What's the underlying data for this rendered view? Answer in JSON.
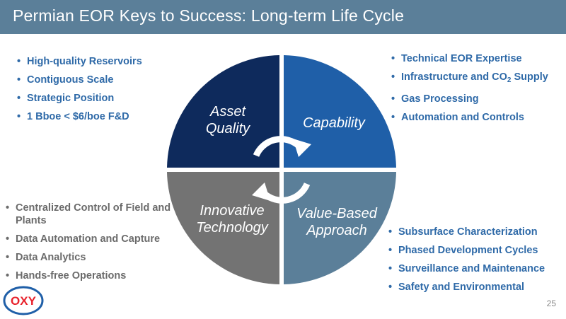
{
  "slide": {
    "title": "Permian EOR Keys to Success: Long-term Life Cycle",
    "page_number": "25"
  },
  "quadrants": {
    "asset_quality": {
      "line1": "Asset",
      "line2": "Quality",
      "color": "#0e2a5c"
    },
    "capability": {
      "line1": "Capability",
      "color": "#1f5fa8"
    },
    "innovative_technology": {
      "line1": "Innovative",
      "line2": "Technology",
      "color": "#737373"
    },
    "value_based_approach": {
      "line1": "Value-Based",
      "line2": "Approach",
      "color": "#5b7f99"
    }
  },
  "asset_quality_bullets": [
    "High-quality Reservoirs",
    "Contiguous Scale",
    "Strategic Position",
    "1 Bboe < $6/boe F&D"
  ],
  "capability_bullets": [
    "Technical EOR Expertise",
    "Infrastructure and CO",
    "2",
    " Supply",
    "Gas Processing",
    "Automation and Controls"
  ],
  "innovative_technology_bullets": [
    "Centralized Control of Field and Plants",
    "Data Automation and Capture",
    "Data Analytics",
    "Hands-free Operations"
  ],
  "value_based_bullets": [
    "Subsurface Characterization",
    "Phased Development Cycles",
    "Surveillance and Maintenance",
    "Safety and Environmental"
  ],
  "logo": {
    "text": "OXY",
    "color": "#e8212b"
  }
}
